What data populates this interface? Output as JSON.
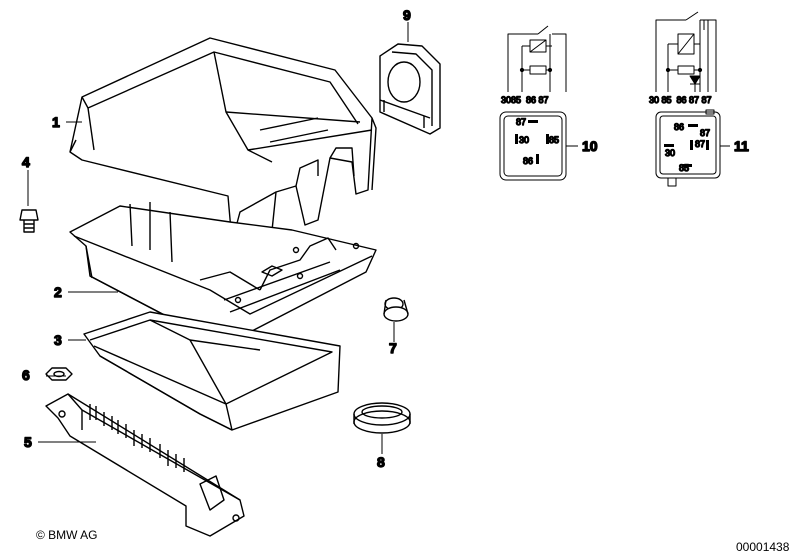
{
  "callouts": {
    "c1": "1",
    "c2": "2",
    "c3": "3",
    "c4": "4",
    "c5": "5",
    "c6": "6",
    "c7": "7",
    "c8": "8",
    "c9": "9",
    "c10": "10",
    "c11": "11"
  },
  "relay10": {
    "top_labels": "3085  86 87",
    "pins": {
      "p87": "87",
      "p30": "30",
      "p86": "86",
      "p85": "85"
    }
  },
  "relay11": {
    "top_labels": "30 85  86 87 87",
    "pins": {
      "p86": "86",
      "p87a": "87",
      "p87": "87",
      "p30": "30",
      "p85": "85"
    }
  },
  "copyright": "© BMW AG",
  "diagram_id": "00001438"
}
